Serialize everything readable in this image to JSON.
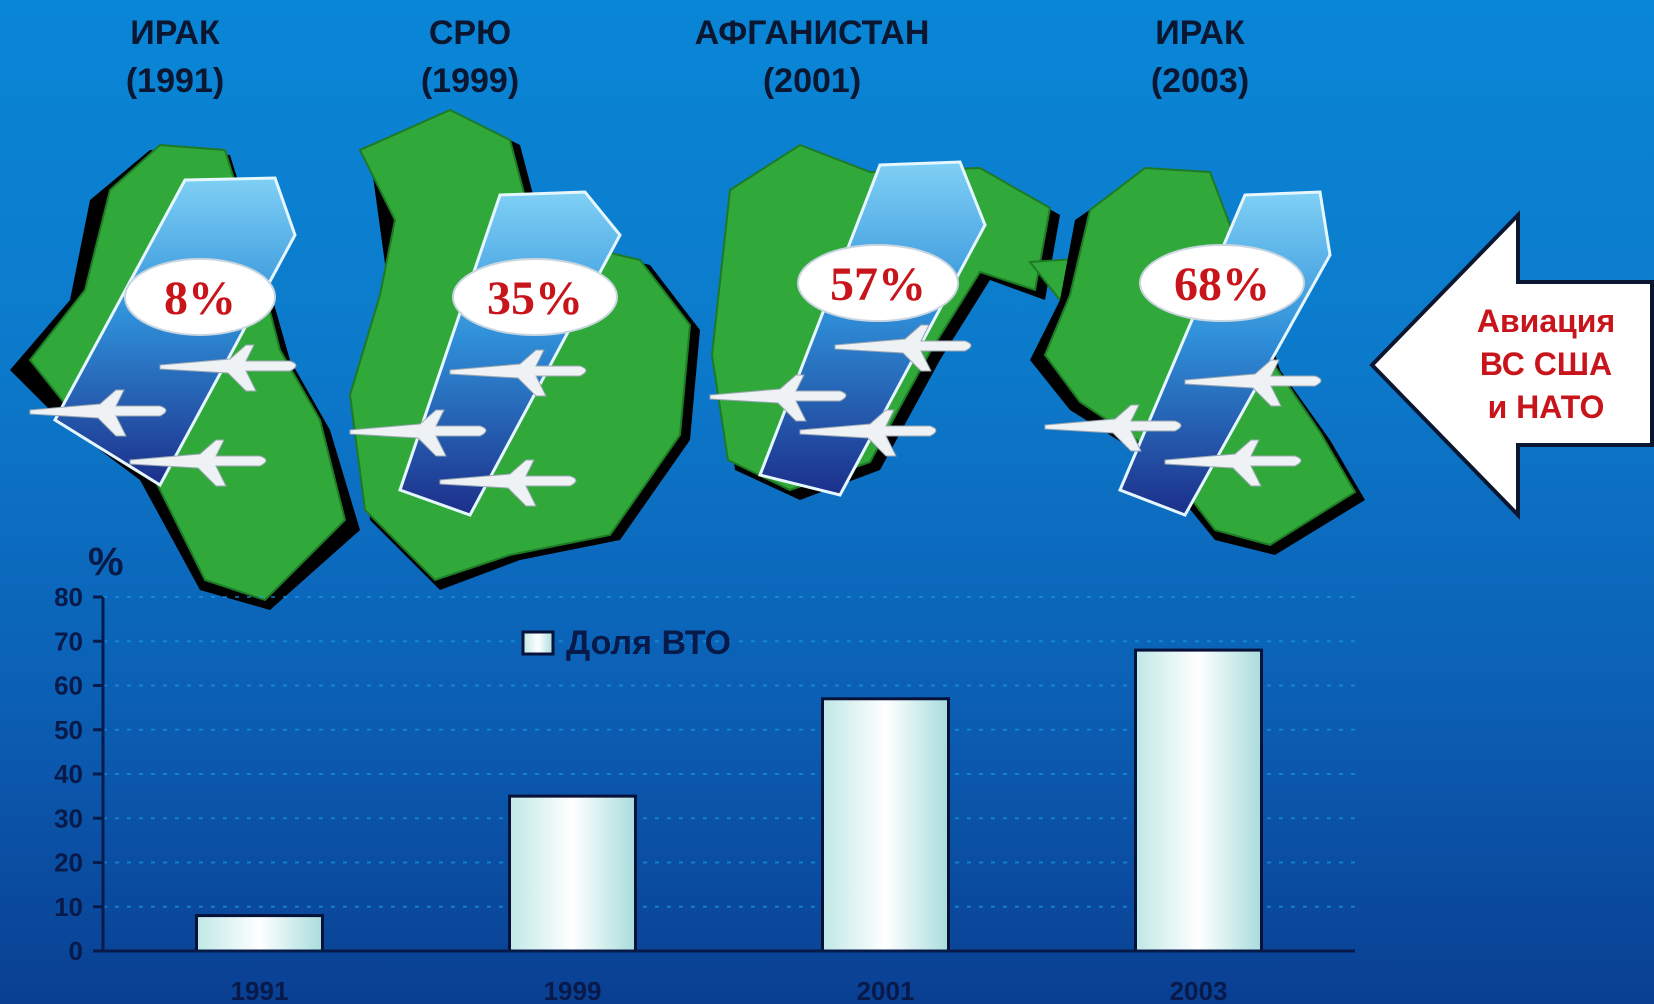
{
  "header": {
    "countries": [
      {
        "name": "ИРАК",
        "year": "(1991)",
        "pct": "8%"
      },
      {
        "name": "СРЮ",
        "year": "(1999)",
        "pct": "35%"
      },
      {
        "name": "АФГАНИСТАН",
        "year": "(2001)",
        "pct": "57%"
      },
      {
        "name": "ИРАК",
        "year": "(2003)",
        "pct": "68%"
      }
    ]
  },
  "arrow": {
    "line1": "Авиация",
    "line2": "ВС США",
    "line3": "и НАТО"
  },
  "colors": {
    "text_red": "#c8141b",
    "land_green": "#31a83a",
    "background_blue": "#0b6fc2"
  },
  "chart_data": {
    "type": "bar",
    "categories": [
      "1991",
      "1999",
      "2001",
      "2003"
    ],
    "series": [
      {
        "name": "Доля ВТО",
        "values": [
          8,
          35,
          57,
          68
        ]
      }
    ],
    "ylabel": "%",
    "ylim": [
      0,
      80
    ],
    "yticks": [
      0,
      10,
      20,
      30,
      40,
      50,
      60,
      70,
      80
    ],
    "grid": true,
    "legend": "top-center"
  }
}
